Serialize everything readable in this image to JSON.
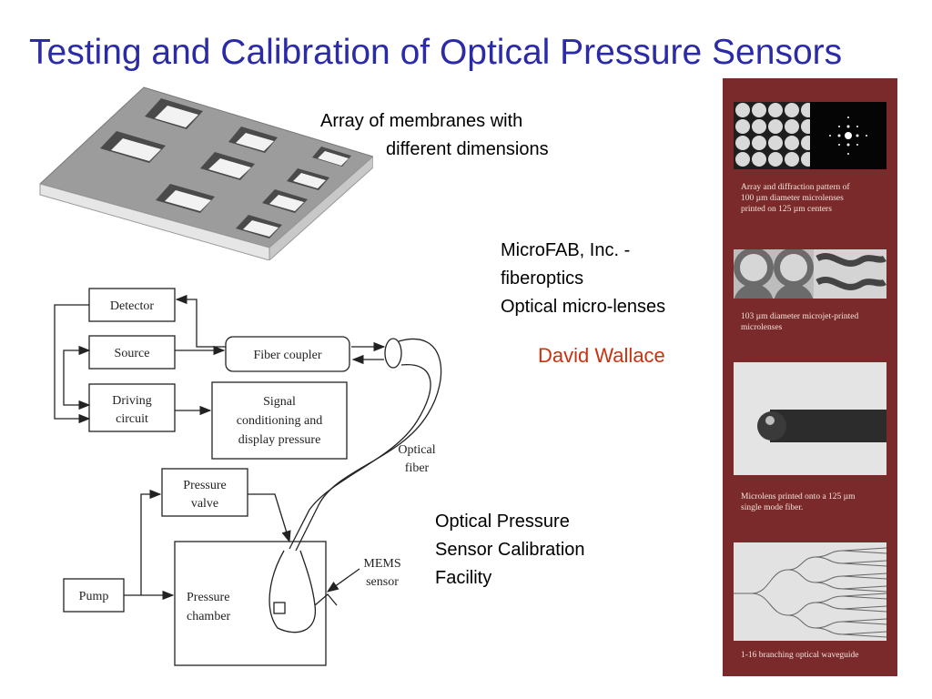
{
  "slide": {
    "title": "Testing and Calibration of Optical Pressure Sensors",
    "membranes_caption": [
      "Array of membranes with",
      "different dimensions"
    ],
    "microfab_caption": [
      "MicroFAB, Inc. -",
      "fiberoptics",
      "Optical micro-lenses"
    ],
    "author": "David Wallace",
    "facility_caption": [
      "Optical Pressure",
      "Sensor Calibration",
      "Facility"
    ]
  },
  "diagram": {
    "detector": "Detector",
    "source": "Source",
    "driving": [
      "Driving",
      "circuit"
    ],
    "fiber_coupler": "Fiber coupler",
    "signal": [
      "Signal",
      "conditioning and",
      "display pressure"
    ],
    "optical_fiber": [
      "Optical",
      "fiber"
    ],
    "pressure_valve": [
      "Pressure",
      "valve"
    ],
    "mems": [
      "MEMS",
      "sensor"
    ],
    "pump": "Pump",
    "pressure_chamber": [
      "Pressure",
      "chamber"
    ]
  },
  "sidebar": {
    "caption1": [
      "Array and diffraction pattern of",
      "100 µm diameter microlenses",
      "printed on 125 µm centers"
    ],
    "caption2": [
      "103 µm diameter microjet-printed",
      "microlenses"
    ],
    "caption3": [
      "Microlens printed onto a 125 µm",
      "single mode fiber."
    ],
    "caption4": "1-16 branching optical waveguide"
  },
  "colors": {
    "title": "#2b2ba8",
    "author": "#c8320f",
    "sidebar": "#7a2a2a"
  }
}
